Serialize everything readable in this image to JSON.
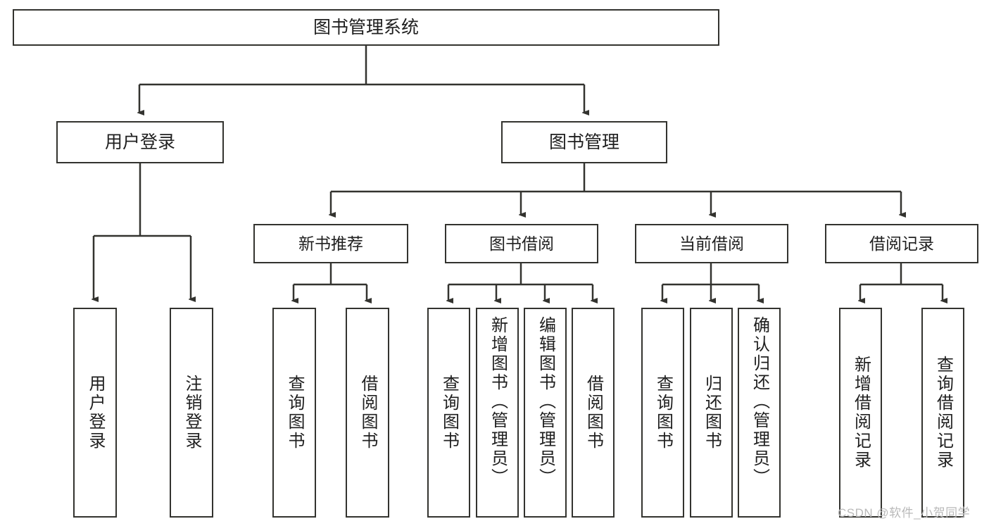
{
  "diagram": {
    "type": "hierarchy-tree",
    "title": "图书管理系统",
    "root": {
      "label": "图书管理系统"
    },
    "level1": [
      {
        "label": "用户登录"
      },
      {
        "label": "图书管理"
      }
    ],
    "level2": [
      {
        "label": "新书推荐"
      },
      {
        "label": "图书借阅"
      },
      {
        "label": "当前借阅"
      },
      {
        "label": "借阅记录"
      }
    ],
    "leaves": {
      "user_login": [
        {
          "label": "用户登录"
        },
        {
          "label": "注销登录"
        }
      ],
      "new_book": [
        {
          "label": "查询图书"
        },
        {
          "label": "借阅图书"
        }
      ],
      "book_borrow": [
        {
          "label": "查询图书"
        },
        {
          "label": "新增图书（管理员）"
        },
        {
          "label": "编辑图书（管理员）"
        },
        {
          "label": "借阅图书"
        }
      ],
      "current_borrow": [
        {
          "label": "查询图书"
        },
        {
          "label": "归还图书"
        },
        {
          "label": "确认归还（管理员）"
        }
      ],
      "borrow_record": [
        {
          "label": "新增借阅记录"
        },
        {
          "label": "查询借阅记录"
        }
      ]
    }
  },
  "watermark": {
    "text": "CSDN @软件_小贺同学"
  },
  "colors": {
    "stroke": "#33332f",
    "background": "#ffffff",
    "text": "#1f1f1f",
    "watermark": "#b9b9b9"
  }
}
